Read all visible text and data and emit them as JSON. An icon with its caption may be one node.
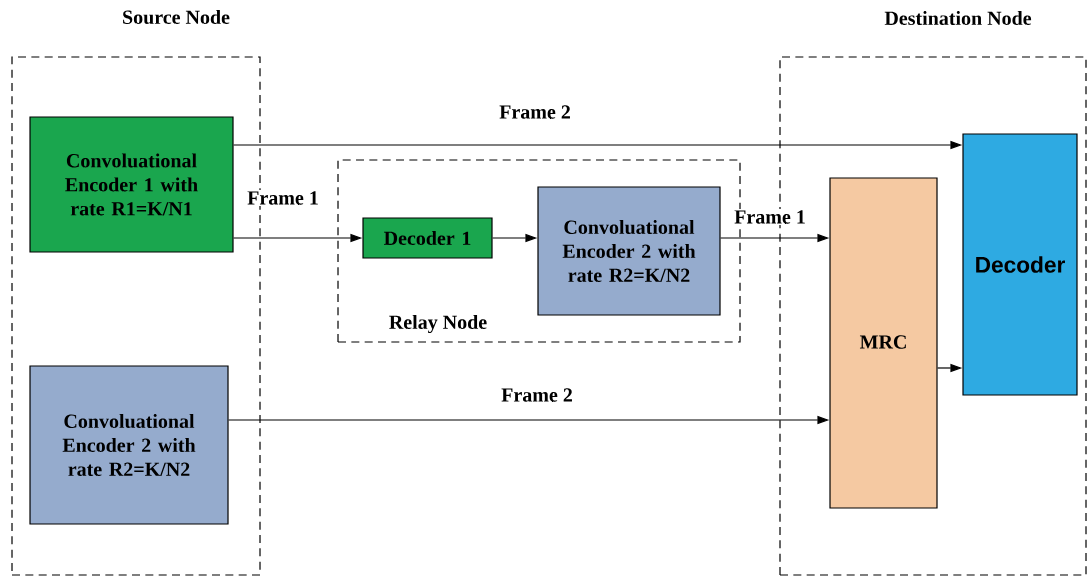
{
  "diagram": {
    "nodes": [
      {
        "text": [
          "Source Node"
        ]
      },
      {
        "text": [
          "Convoluational Encoder 1 with rate R1=K/N1"
        ],
        "in": 0
      },
      {
        "text": [
          "Convoluational Encoder 2 with rate R2=K/N2"
        ],
        "in": 0
      },
      {
        "text": [
          "Relay Node"
        ]
      },
      {
        "text": [
          "Decoder 1"
        ],
        "in": 3
      },
      {
        "text": [
          "Convoluational Encoder 2 with rate R2=K/N2"
        ],
        "in": 3
      },
      {
        "text": [
          "Destination Node"
        ]
      },
      {
        "text": [
          "MRC"
        ],
        "in": 6
      },
      {
        "text": [
          "Decoder"
        ],
        "in": 6
      }
    ],
    "edges": [
      {
        "from": 1,
        "to": 8,
        "arrow": "to",
        "label": "Frame 2"
      },
      {
        "from": 1,
        "to": 4,
        "arrow": "to",
        "label": "Frame 1"
      },
      {
        "from": 4,
        "to": 5,
        "arrow": "to"
      },
      {
        "from": 5,
        "to": 7,
        "arrow": "to",
        "label": "Frame 1"
      },
      {
        "from": 2,
        "to": 7,
        "arrow": "to",
        "label": "Frame 2"
      },
      {
        "from": 7,
        "to": 8,
        "arrow": "to"
      }
    ]
  }
}
